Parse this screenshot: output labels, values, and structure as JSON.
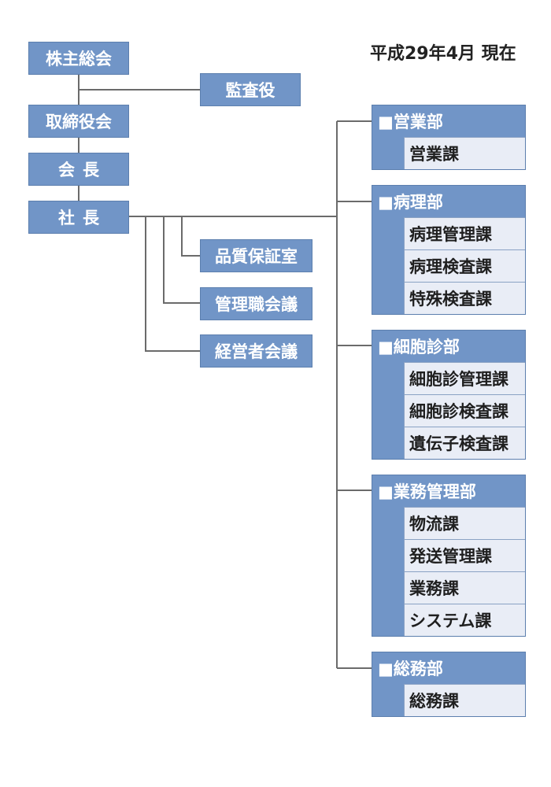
{
  "header": {
    "date_label": "平成29年4月 現在"
  },
  "executive": {
    "shareholders": "株主総会",
    "auditor": "監査役",
    "board": "取締役会",
    "chairman": "会長",
    "president": "社長"
  },
  "committees": {
    "quality": "品質保証室",
    "management": "管理職会議",
    "executives": "経営者会議"
  },
  "departments": {
    "sales": {
      "name": "■営業部",
      "sections": [
        "営業課"
      ]
    },
    "pathology": {
      "name": "■病理部",
      "sections": [
        "病理管理課",
        "病理検査課",
        "特殊検査課"
      ]
    },
    "cytology": {
      "name": "■細胞診部",
      "sections": [
        "細胞診管理課",
        "細胞診検査課",
        "遺伝子検査課"
      ]
    },
    "operations": {
      "name": "■業務管理部",
      "sections": [
        "物流課",
        "発送管理課",
        "業務課",
        "システム課"
      ]
    },
    "general": {
      "name": "■総務部",
      "sections": [
        "総務課"
      ]
    }
  },
  "colors": {
    "box_fill": "#7195c7",
    "box_border": "#5c7fae",
    "section_fill": "#e9edf6",
    "line": "#6b6b6b"
  }
}
